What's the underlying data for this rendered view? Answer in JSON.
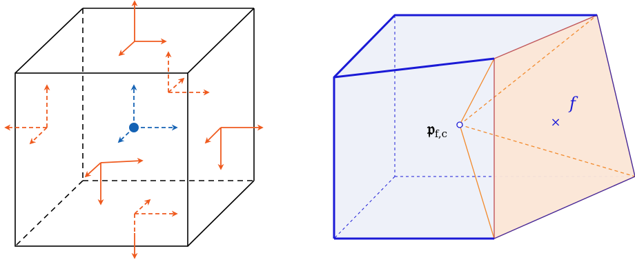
{
  "left_figure": {
    "description": "cube-with-local-frames"
  },
  "right_figure": {
    "point_label_main": "𝔭",
    "point_label_sub": "f,c",
    "face_label": "f",
    "center_marker": "×"
  },
  "colors": {
    "cube_edges": "#000000",
    "frame_arrows": "#ef5a1e",
    "center_frame": "#1462b4",
    "hex_edges": "#1a1ad6",
    "hex_face_fill": "#eef1f9",
    "face_fill": "#fbe6d6",
    "face_lines": "#f28a2c",
    "face_outline": "#c0565a"
  }
}
